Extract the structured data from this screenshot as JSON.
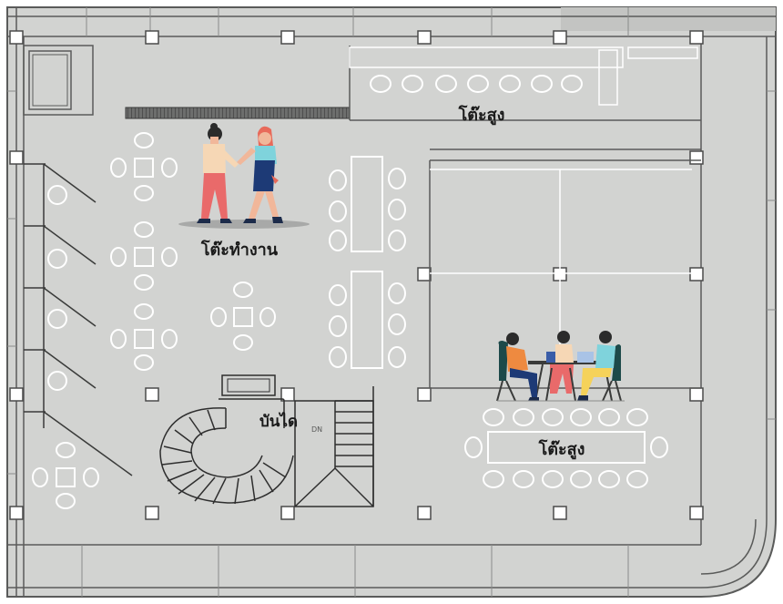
{
  "floorplan": {
    "labels": {
      "high_table_top": "โต๊ะสูง",
      "work_desk": "โต๊ะทำงาน",
      "stairs": "บันได",
      "high_table_meeting": "โต๊ะสูง",
      "stair_direction": "DN"
    },
    "colors": {
      "floor": "#d2d3d1",
      "wall": "#5a5b5a",
      "line": "#ffffff"
    }
  }
}
